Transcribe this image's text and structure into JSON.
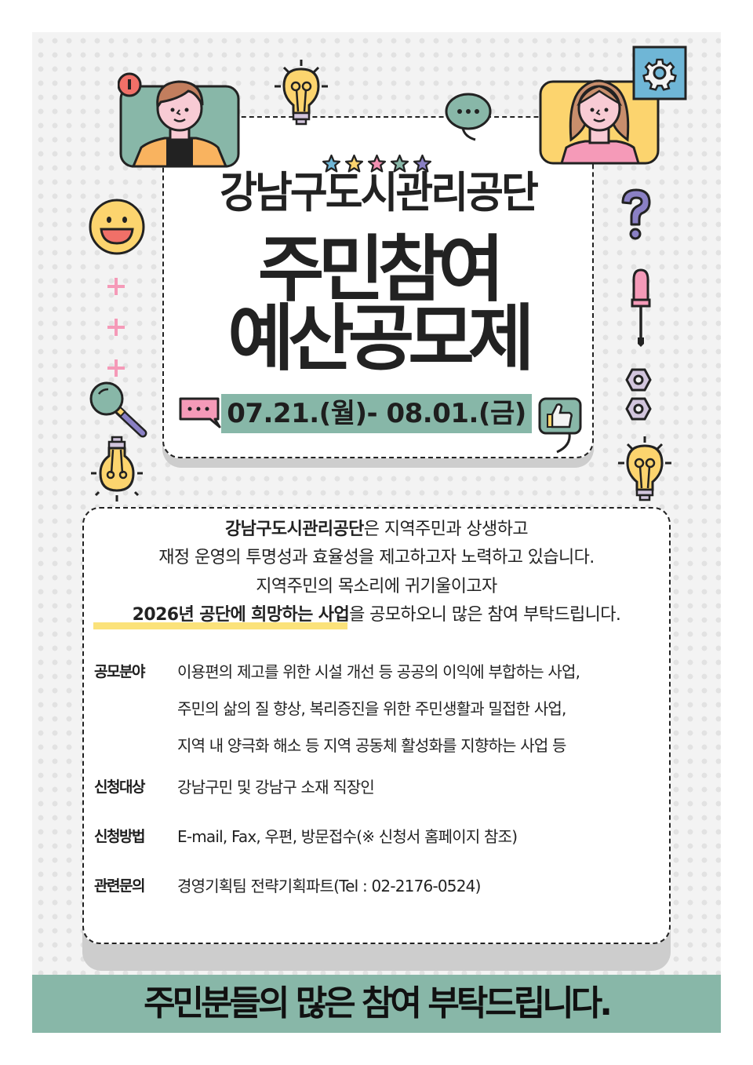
{
  "header": {
    "org_name": "강남구도시관리공단",
    "title_line1": "주민참여",
    "title_line2": "예산공모제",
    "date_range": "07.21.(월)- 08.01.(금)",
    "star_colors": [
      "#6fb6d6",
      "#fcd46e",
      "#f28fb1",
      "#88b7a8",
      "#8a80c4"
    ]
  },
  "intro": {
    "line1_bold": "강남구도시관리공단",
    "line1_rest": "은 지역주민과 상생하고",
    "line2": "재정 운영의 투명성과 효율성을 제고하고자 노력하고 있습니다.",
    "line3": "지역주민의 목소리에 귀기울이고자",
    "line4_highlight": "2026년 공단에 희망하는 사업",
    "line4_rest": "을 공모하오니 많은 참여 부탁드립니다."
  },
  "details": [
    {
      "label": "공모분야",
      "lines": [
        "이용편의 제고를 위한 시설 개선 등 공공의 이익에 부합하는 사업,",
        "주민의 삶의 질 향상, 복리증진을 위한 주민생활과 밀접한 사업,",
        "지역 내 양극화 해소 등 지역 공동체 활성화를 지향하는 사업 등"
      ]
    },
    {
      "label": "신청대상",
      "lines": [
        "강남구민 및 강남구 소재 직장인"
      ]
    },
    {
      "label": "신청방법",
      "lines": [
        "E-mail, Fax, 우편, 방문접수(※ 신청서 홈페이지 참조)"
      ]
    },
    {
      "label": "관련문의",
      "lines": [
        "경영기획팀 전략기획파트(Tel : 02-2176-0524)"
      ]
    }
  ],
  "footer": {
    "message": "주민분들의 많은 참여 부탁드립니다."
  },
  "colors": {
    "teal": "#88b7a8",
    "yellow": "#fcd46e",
    "pink": "#f59ab8",
    "purple": "#8a80c4",
    "blue": "#6fb6d6",
    "highlight": "#fbe27a",
    "background": "#f3f3f3"
  }
}
